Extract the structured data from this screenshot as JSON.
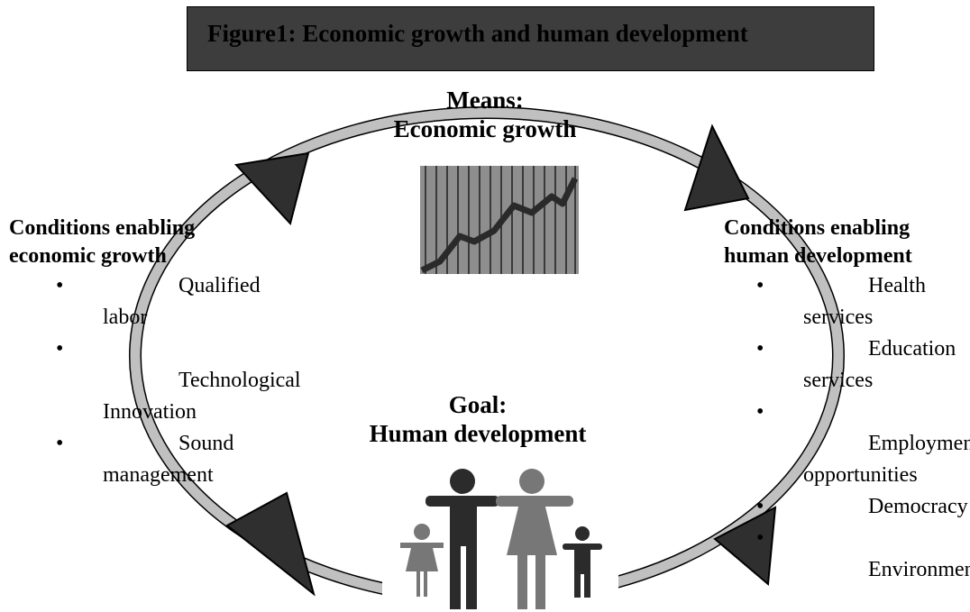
{
  "figure": {
    "title": "Figure1: Economic growth and human development"
  },
  "means": {
    "label": "Means:",
    "text": "Economic growth"
  },
  "goal": {
    "label": "Goal:",
    "text": "Human development"
  },
  "left_conditions": {
    "title_line1": "Conditions enabling",
    "title_line2": "economic growth",
    "items": [
      "Qualified labor",
      "Technological Innovation",
      "Sound management"
    ]
  },
  "right_conditions": {
    "title_line1": "Conditions enabling",
    "title_line2": "human development",
    "items": [
      "Health services",
      "Education services",
      "Employment opportunities",
      "Democracy",
      "Environmental"
    ]
  },
  "colors": {
    "title_fill": "#3d3d3d",
    "ring": "#c0c0c0",
    "ring_outline": "#000000",
    "arrowhead": "#2f2f2f",
    "chart_panel": "#9a9a9a",
    "figure_dark": "#2b2b2b",
    "figure_light": "#777777"
  },
  "icons": {
    "growth_chart": "rising-line-chart-icon",
    "family": "family-icon"
  }
}
